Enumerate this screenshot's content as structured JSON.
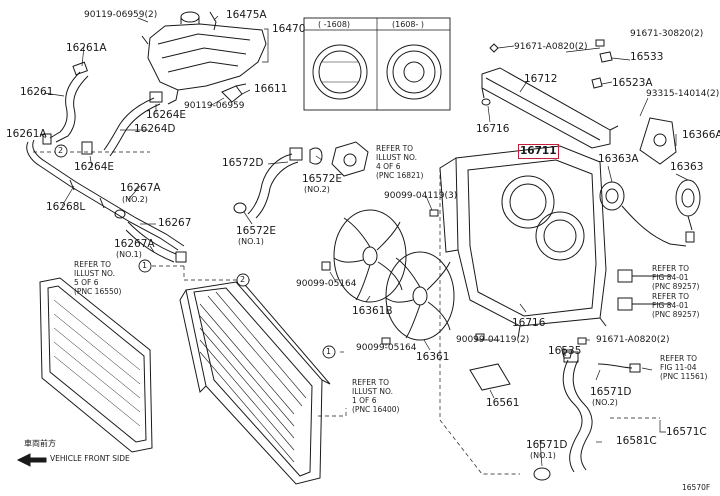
{
  "accent_color": "#c41e3a",
  "parts": {
    "p16470": "16470",
    "p16475A": "16475A",
    "p90119_06959_2": "90119-06959(2)",
    "p16261A_top": "16261A",
    "p16261": "16261",
    "p16261A_left": "16261A",
    "p16264E_top": "16264E",
    "p16264D": "16264D",
    "p16611": "16611",
    "p90119_06959": "90119-06959",
    "p16264E_low": "16264E",
    "p16268L": "16268L",
    "p16267A_top": "16267A",
    "p16267A_top_no": "(NO.2)",
    "p16267": "16267",
    "p16267A_low": "16267A",
    "p16267A_low_no": "(NO.1)",
    "p16572D": "16572D",
    "p16572E_a": "16572E",
    "p16572E_a_no": "(NO.2)",
    "p16572E_b": "16572E",
    "p16572E_b_no": "(NO.1)",
    "p90099_04119_3": "90099-04119(3)",
    "p16716_top": "16716",
    "p16712": "16712",
    "p16711": "16711",
    "p91671_A0820_2_top": "91671-A0820(2)",
    "p91671_30820_2": "91671-30820(2)",
    "p16533": "16533",
    "p16523A": "16523A",
    "p93315_14014_2": "93315-14014(2)",
    "p16366A": "16366A",
    "p16363A": "16363A",
    "p16363": "16363",
    "p90099_05164_a": "90099-05164",
    "p16361B": "16361B",
    "p90099_05164_b": "90099-05164",
    "p16361": "16361",
    "p90099_04119_2": "90099-04119(2)",
    "p16716_low": "16716",
    "p16535": "16535",
    "p91671_A0820_2_low": "91671-A0820(2)",
    "p16561": "16561",
    "p16571D_a": "16571D",
    "p16571D_a_no": "(NO.2)",
    "p16571D_b": "16571D",
    "p16571D_b_no": "(NO.1)",
    "p16581C": "16581C",
    "p16571C": "16571C"
  },
  "notes": {
    "refer_16821": "REFER TO\nILLUST NO.\n4 OF 6\n(PNC 16821)",
    "refer_16550": "REFER TO\nILLUST NO.\n5 OF 6\n(PNC 16550)",
    "refer_16400": "REFER TO\nILLUST NO.\n1 OF 6\n(PNC 16400)",
    "refer_84_01_a": "REFER TO\nFIG 84-01\n(PNC 89257)",
    "refer_84_01_b": "REFER TO\nFIG 84-01\n(PNC 89257)",
    "refer_11_04": "REFER TO\nFIG 11-04\n(PNC 11561)"
  },
  "callouts": {
    "c1": "1",
    "c2": "2"
  },
  "inset": {
    "left_col": "(  -1608)",
    "right_col": "(1608-  )"
  },
  "direction": {
    "chinese": "車両前方",
    "english": "VEHICLE FRONT SIDE"
  },
  "figure_code": "16570F"
}
